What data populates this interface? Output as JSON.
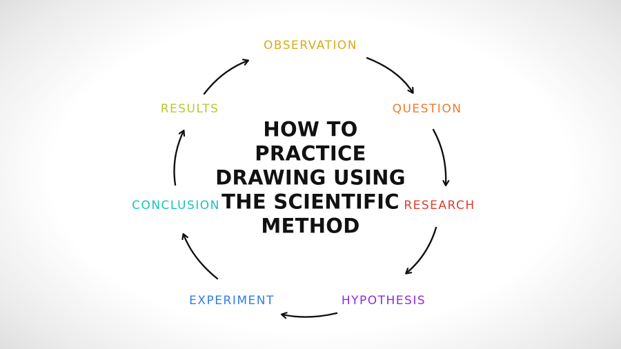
{
  "title_lines": [
    "HOW TO",
    "PRACTICE",
    "DRAWING USING",
    "THE SCIENTIFIC",
    "METHOD"
  ],
  "steps": [
    {
      "label": "OBSERVATION",
      "color": "#d6ac1a"
    },
    {
      "label": "QUESTION",
      "color": "#f07a2a"
    },
    {
      "label": "RESEARCH",
      "color": "#e03a2e"
    },
    {
      "label": "HYPOTHESIS",
      "color": "#8a2be2"
    },
    {
      "label": "EXPERIMENT",
      "color": "#2f7de8"
    },
    {
      "label": "CONCLUSION",
      "color": "#19c4b4"
    },
    {
      "label": "RESULTS",
      "color": "#b7c92c"
    }
  ],
  "arrow_color": "#111111"
}
